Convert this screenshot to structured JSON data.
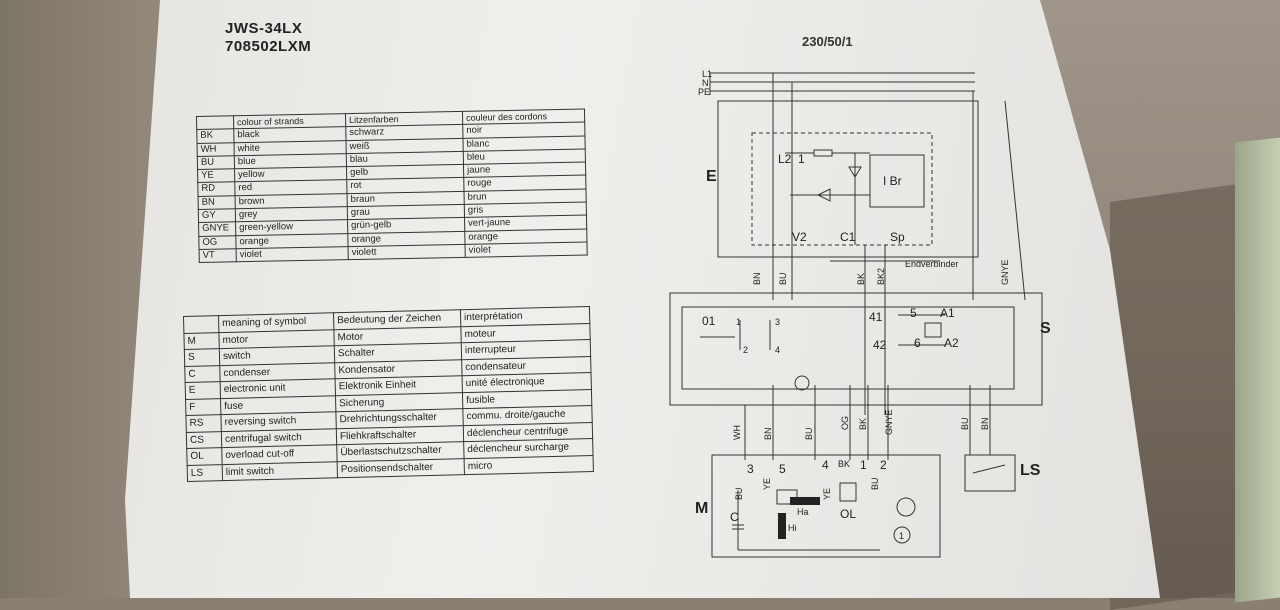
{
  "header": {
    "model_line1": "JWS-34LX",
    "model_line2": "708502LXM",
    "voltage": "230/50/1"
  },
  "colour_table": {
    "headers": [
      "",
      "colour of strands",
      "Litzenfarben",
      "couleur des cordons"
    ],
    "rows": [
      [
        "BK",
        "black",
        "schwarz",
        "noir"
      ],
      [
        "WH",
        "white",
        "weiß",
        "blanc"
      ],
      [
        "BU",
        "blue",
        "blau",
        "bleu"
      ],
      [
        "YE",
        "yellow",
        "gelb",
        "jaune"
      ],
      [
        "RD",
        "red",
        "rot",
        "rouge"
      ],
      [
        "BN",
        "brown",
        "braun",
        "brun"
      ],
      [
        "GY",
        "grey",
        "grau",
        "gris"
      ],
      [
        "GNYE",
        "green-yellow",
        "grün-gelb",
        "vert-jaune"
      ],
      [
        "OG",
        "orange",
        "orange",
        "orange"
      ],
      [
        "VT",
        "violet",
        "violett",
        "violet"
      ]
    ]
  },
  "symbol_table": {
    "headers": [
      "",
      "meaning of symbol",
      "Bedeutung der Zeichen",
      "interprétation"
    ],
    "rows": [
      [
        "M",
        "motor",
        "Motor",
        "moteur"
      ],
      [
        "S",
        "switch",
        "Schalter",
        "interrupteur"
      ],
      [
        "C",
        "condenser",
        "Kondensator",
        "condensateur"
      ],
      [
        "E",
        "electronic unit",
        "Elektronik Einheit",
        "unité électronique"
      ],
      [
        "F",
        "fuse",
        "Sicherung",
        "fusible"
      ],
      [
        "RS",
        "reversing switch",
        "Drehrichtungsschalter",
        "commu. droite/gauche"
      ],
      [
        "CS",
        "centrifugal switch",
        "Fliehkraftschalter",
        "déclencheur centrifuge"
      ],
      [
        "OL",
        "overload cut-off",
        "Überlastschutzschalter",
        "déclencheur surcharge"
      ],
      [
        "LS",
        "limit switch",
        "Positionsendschalter",
        "micro"
      ]
    ]
  },
  "schematic": {
    "lines": [
      "L1",
      "N",
      "PE"
    ],
    "block_e": "E",
    "block_s": "S",
    "block_m": "M",
    "block_ls": "LS",
    "block_ol": "OL",
    "block_c": "C",
    "e_labels": {
      "l2": "L2",
      "one": "1",
      "br": "I Br",
      "v2": "V2",
      "c1": "C1",
      "sp": "Sp"
    },
    "endverbinder": "Endverbinder",
    "wire_top": {
      "bn": "BN",
      "bu": "BU",
      "bk": "BK",
      "bk2": "BK2",
      "gnye": "GNYE"
    },
    "s_terms": {
      "t01": "01",
      "t1": "1",
      "t3": "3",
      "t2": "2",
      "t4": "4",
      "t41": "41",
      "t42": "42",
      "t5": "5",
      "t6": "6",
      "a1": "A1",
      "a2": "A2"
    },
    "wire_bottom": {
      "wh": "WH",
      "bn": "BN",
      "bu": "BU",
      "og": "OG",
      "bk": "BK",
      "gnye": "GNYE",
      "bu2": "BU",
      "bn2": "BN"
    },
    "m_terms": {
      "t3": "3",
      "t5": "5",
      "t4": "4",
      "t1": "1",
      "t2": "2",
      "bk": "BK",
      "ye": "YE",
      "ye2": "YE",
      "bu": "BU",
      "bu2": "BU",
      "ha": "Ha",
      "hi": "Hi",
      "circle1": "1"
    }
  }
}
